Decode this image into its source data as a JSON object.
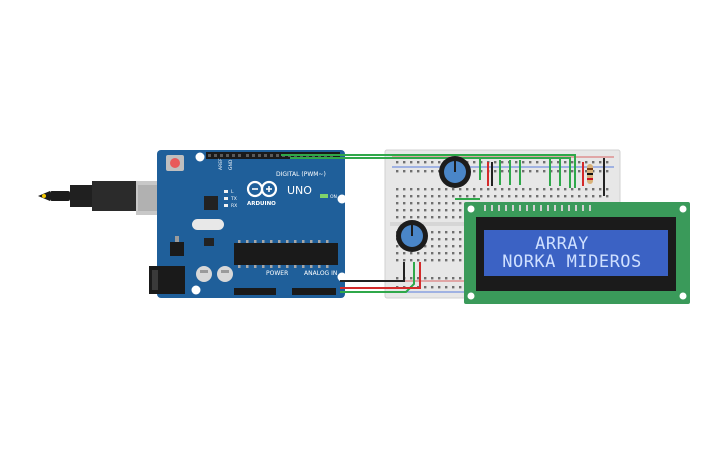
{
  "arduino": {
    "model_label": "UNO",
    "brand_label": "ARDUINO",
    "digital_header_label": "DIGITAL (PWM~)",
    "power_label": "POWER",
    "analog_label": "ANALOG IN",
    "on_label": "ON",
    "tx_label": "TX",
    "rx_label": "RX",
    "l_label": "L",
    "aref_label": "AREF",
    "gnd_label": "GND"
  },
  "lcd": {
    "line1": "ARRAY",
    "line2": "NORKA MIDEROS"
  },
  "colors": {
    "board_blue": "#1f5f9a",
    "breadboard": "#e7e7e7",
    "lcd_pcb": "#3a9a5a",
    "lcd_screen": "#3b62c4",
    "wire_green": "#2fa84a",
    "wire_red": "#d42a2a",
    "wire_black": "#222222",
    "pot_blue": "#4a86c8"
  },
  "icons": [
    "usb-cable-icon",
    "potentiometer-icon",
    "resistor-icon",
    "arduino-logo-icon"
  ]
}
